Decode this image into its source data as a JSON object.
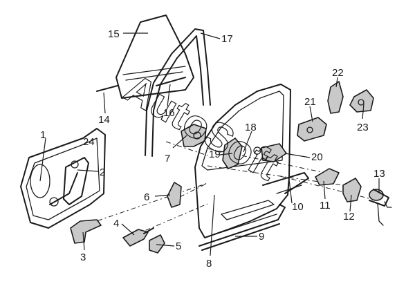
{
  "diagram": {
    "watermark": "AutoSoft",
    "callouts": [
      "1",
      "2",
      "3",
      "4",
      "5",
      "6",
      "7",
      "8",
      "9",
      "10",
      "11",
      "12",
      "13",
      "14",
      "15",
      "16",
      "17",
      "18",
      "19",
      "20",
      "21",
      "22",
      "23",
      "24"
    ]
  }
}
